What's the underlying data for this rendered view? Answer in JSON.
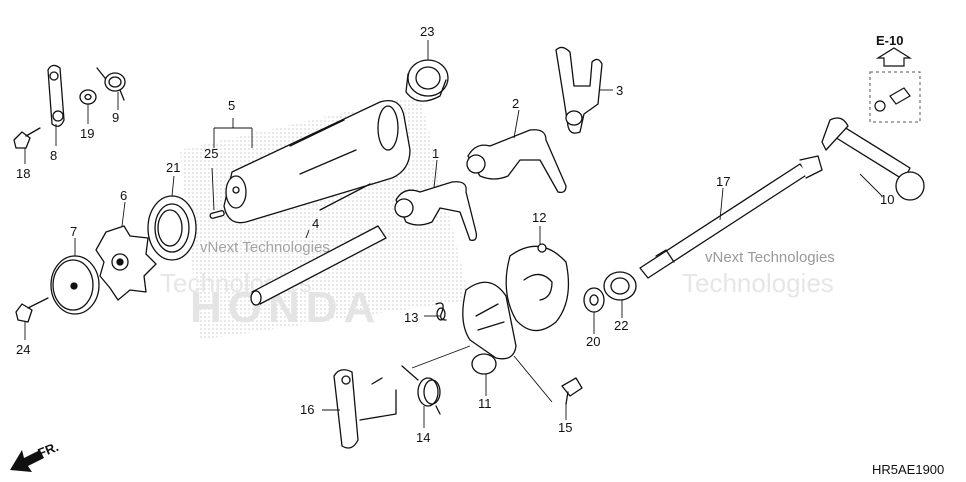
{
  "callouts": [
    "1",
    "2",
    "3",
    "4",
    "5",
    "6",
    "7",
    "8",
    "9",
    "10",
    "11",
    "12",
    "13",
    "14",
    "15",
    "16",
    "17",
    "18",
    "19",
    "20",
    "21",
    "22",
    "23",
    "24",
    "25"
  ],
  "ref_box": "E-10",
  "front_mark": "FR.",
  "diagram_code": "HR5AE1900",
  "watermark": {
    "line1": "vNext Technologies",
    "line2": "Technologies",
    "brand": "HONDA"
  }
}
